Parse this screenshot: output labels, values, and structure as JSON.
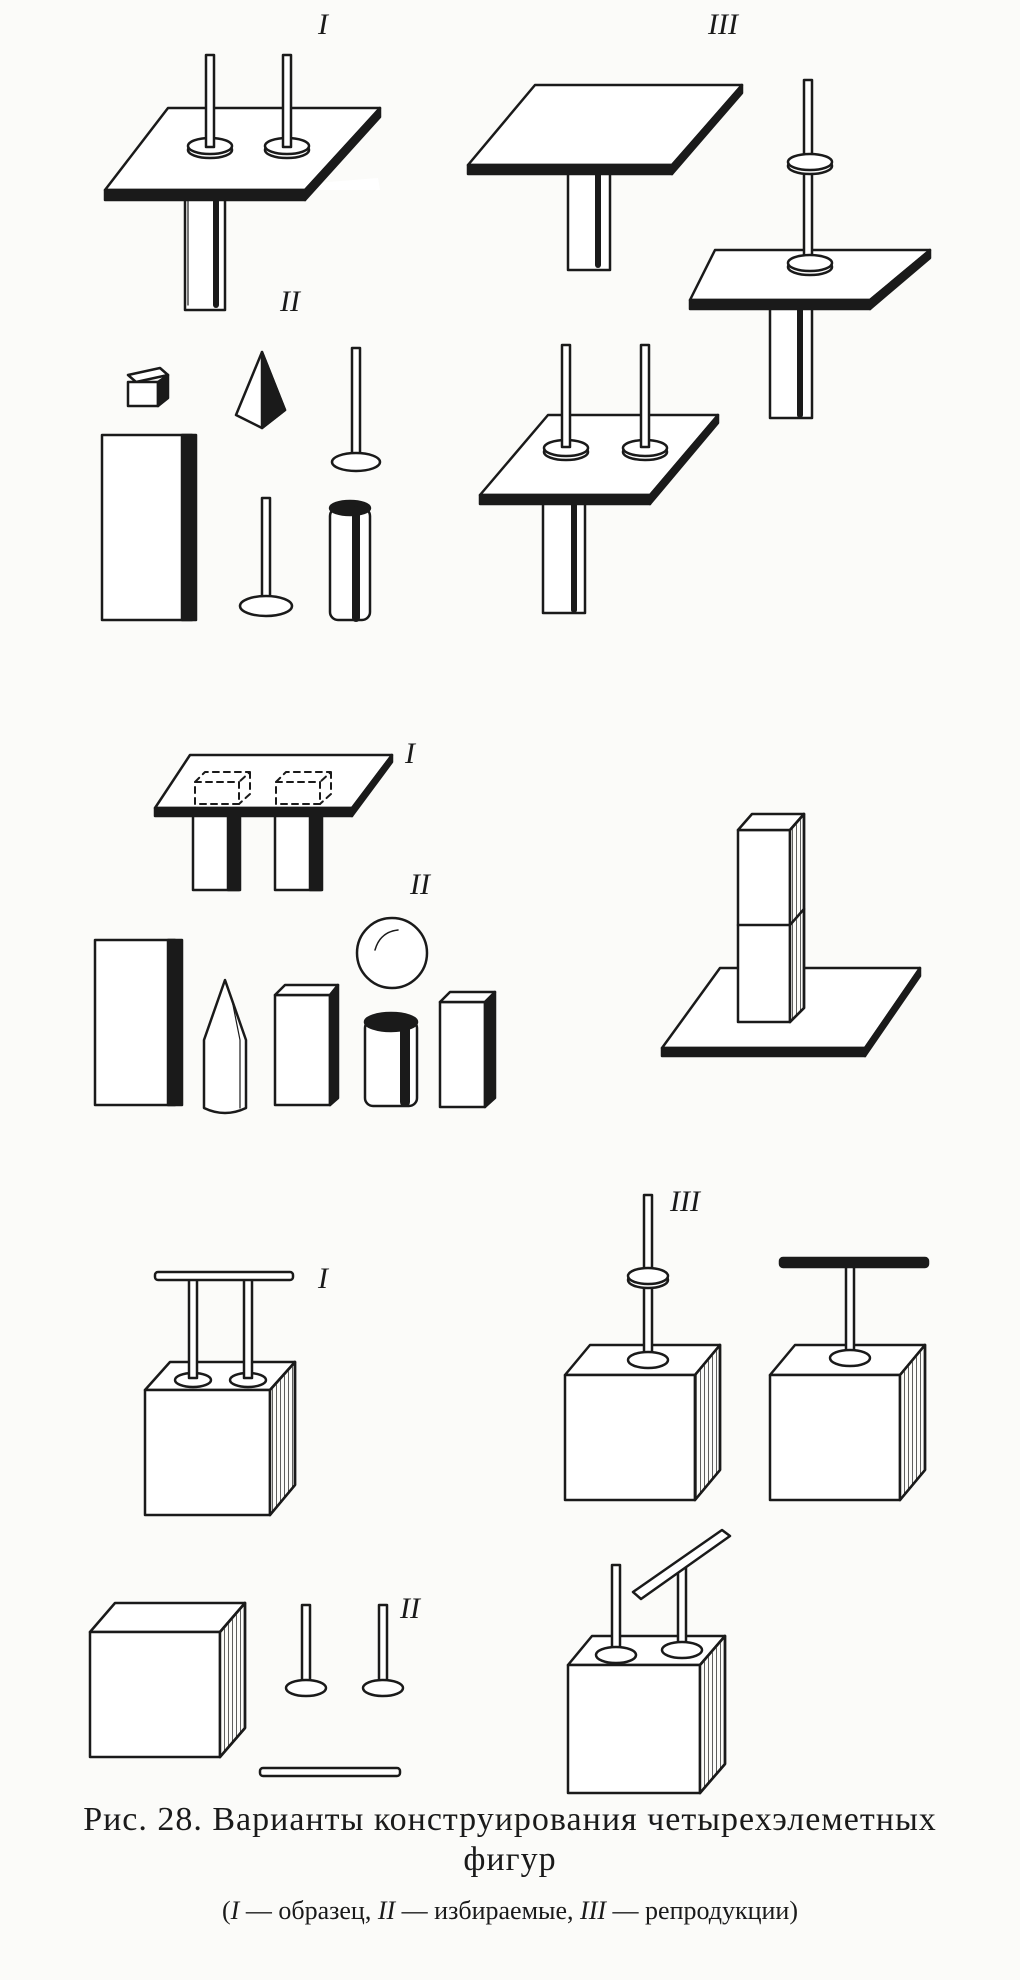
{
  "figure": {
    "labels": {
      "g1_I": "I",
      "g1_II": "II",
      "g1_III": "III",
      "g2_I": "I",
      "g2_II": "II",
      "g3_I": "I",
      "g3_II": "II",
      "g3_III": "III"
    }
  },
  "caption": {
    "line1": "Рис. 28. Варианты конструирования четырехэлеметных",
    "line2": "фигур",
    "legend": {
      "open": "(",
      "i_mark": "I",
      "i_text": " — образец, ",
      "ii_mark": "II",
      "ii_text": " — избираемые, ",
      "iii_mark": "III",
      "iii_text": " — репродукции)"
    }
  }
}
